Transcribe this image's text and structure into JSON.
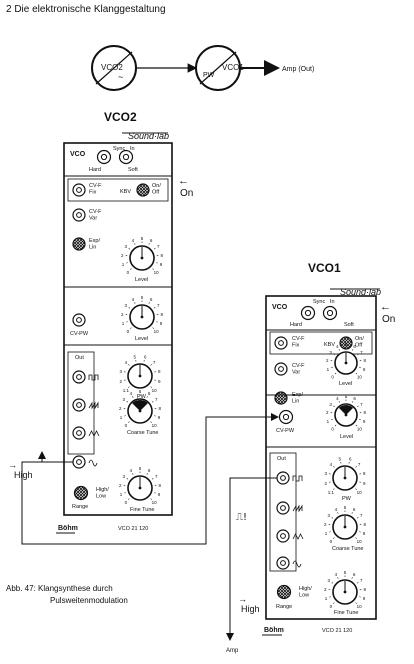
{
  "header": {
    "section_title": "2  Die elektronische Klanggestaltung"
  },
  "signal_flow": {
    "vco2_label": "VCO2",
    "vco1_label": "VCO1",
    "pw_label": "PW",
    "amp_out": "Amp (Out)"
  },
  "vco2": {
    "heading": "VCO2",
    "brand": "Sound·lab",
    "module_name": "VCO",
    "sync": "Sync",
    "sync_in": "In",
    "hard": "Hard",
    "soft": "Soft",
    "cv_f_fix": "CV-F\nFix",
    "kbv": "KBV",
    "on_off": "On/\nOff",
    "cv_f_var": "CV-F\nVar",
    "exp_lin": "Exp/\nLin",
    "level_1": "Level",
    "cv_pw": "CV-PW",
    "level_2": "Level",
    "out": "Out",
    "pw": "PW",
    "coarse_tune": "Coarse Tune",
    "high_low": "High/\nLow",
    "range": "Range",
    "fine_tune": "Fine Tune",
    "maker": "Böhm",
    "model": "VCO 21 120"
  },
  "vco1": {
    "heading": "VCO1",
    "brand": "Sound·lab",
    "module_name": "VCO",
    "sync": "Sync",
    "sync_in": "In",
    "hard": "Hard",
    "soft": "Soft",
    "cv_f_fix": "CV-F\nFix",
    "kbv": "KBV",
    "on_off": "On/\nOff",
    "cv_f_var": "CV-F\nVar",
    "exp_lin": "Exp/\nLin",
    "level_1": "Level",
    "cv_pw": "CV-PW",
    "level_2": "Level",
    "out": "Out",
    "pw": "PW",
    "coarse_tune": "Coarse Tune",
    "high_low": "High/\nLow",
    "range": "Range",
    "fine_tune": "Fine Tune",
    "maker": "Böhm",
    "model": "VCO 21 120"
  },
  "annotations": {
    "on_arrow": "←",
    "on_left": "On",
    "on_right": "On",
    "high_left": "High",
    "high_right": "High",
    "pulse_mark": "⎍!",
    "amp": "Amp",
    "caption_line1": "Abb. 47:  Klangsynthese durch",
    "caption_line2": "Pulsweitenmodulation"
  },
  "dial_scale": [
    "0",
    "1",
    "2",
    "3",
    "4",
    "5",
    "6",
    "7",
    "8",
    "9",
    "10"
  ],
  "pw_scale": [
    "1:1",
    "2",
    "3",
    "4",
    "5",
    "6",
    "7",
    "8",
    "9",
    "10"
  ]
}
